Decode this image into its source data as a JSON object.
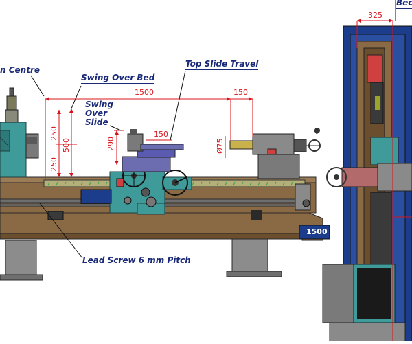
{
  "labels": {
    "centre": "n Centre",
    "swing_over_bed": "Swing Over Bed",
    "top_slide_travel": "Top Slide Travel",
    "swing_over_slide_1": "Swing",
    "swing_over_slide_2": "Over",
    "swing_over_slide_3": "Slide",
    "lead_screw": "Lead Screw 6 mm Pitch",
    "bed_partial": "Bec"
  },
  "dimensions": {
    "length_1500": "1500",
    "travel_150_top": "150",
    "travel_150_mid": "150",
    "height_250_upper": "250",
    "height_250_lower": "250",
    "height_500": "500",
    "height_290": "290",
    "dia_75": "Ø75",
    "width_325": "325"
  },
  "plate": "1500",
  "colors": {
    "bed_brown": "#8a6a44",
    "teal": "#3f9a9a",
    "navy": "#1c3d8c",
    "dim_red": "#d8141c",
    "label_navy": "#1a2a78",
    "grey": "#8a8a8a"
  }
}
